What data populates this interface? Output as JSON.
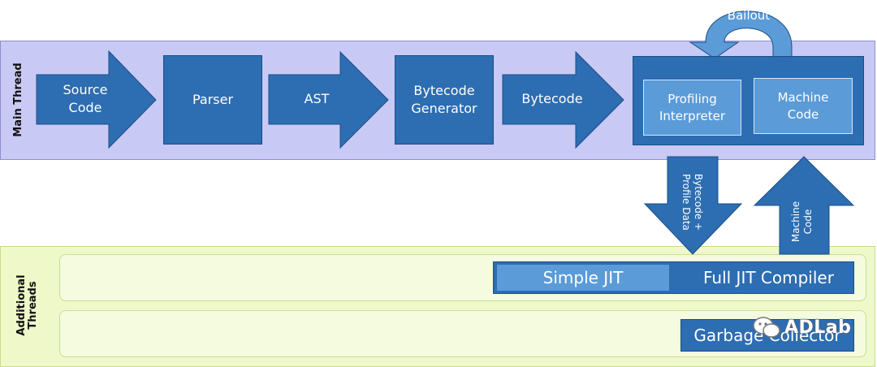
{
  "main_thread": {
    "label": "Main Thread",
    "source_code": "Source Code",
    "parser": "Parser",
    "ast": "AST",
    "bytecode_generator": "Bytecode Generator",
    "bytecode": "Bytecode",
    "profiling_interpreter": "Profiling Interpreter",
    "machine_code": "Machine Code",
    "bailout": "Bailout"
  },
  "transfer": {
    "bytecode_profile_line1": "Bytecode +",
    "bytecode_profile_line2": "Profile Data",
    "machine_code_line1": "Machine",
    "machine_code_line2": "Code"
  },
  "additional_threads": {
    "label_line1": "Additional",
    "label_line2": "Threads",
    "simple_jit": "Simple JIT",
    "full_jit": "Full JIT Compiler",
    "garbage_collector": "Garbage Collector"
  },
  "watermark": {
    "text": "ADLab",
    "icon": "wechat-icon"
  },
  "colors": {
    "dark_blue": "#2d6db1",
    "light_blue": "#5b9bd8",
    "main_band": "#c9c9f6",
    "additional_band": "#eef8c9"
  }
}
